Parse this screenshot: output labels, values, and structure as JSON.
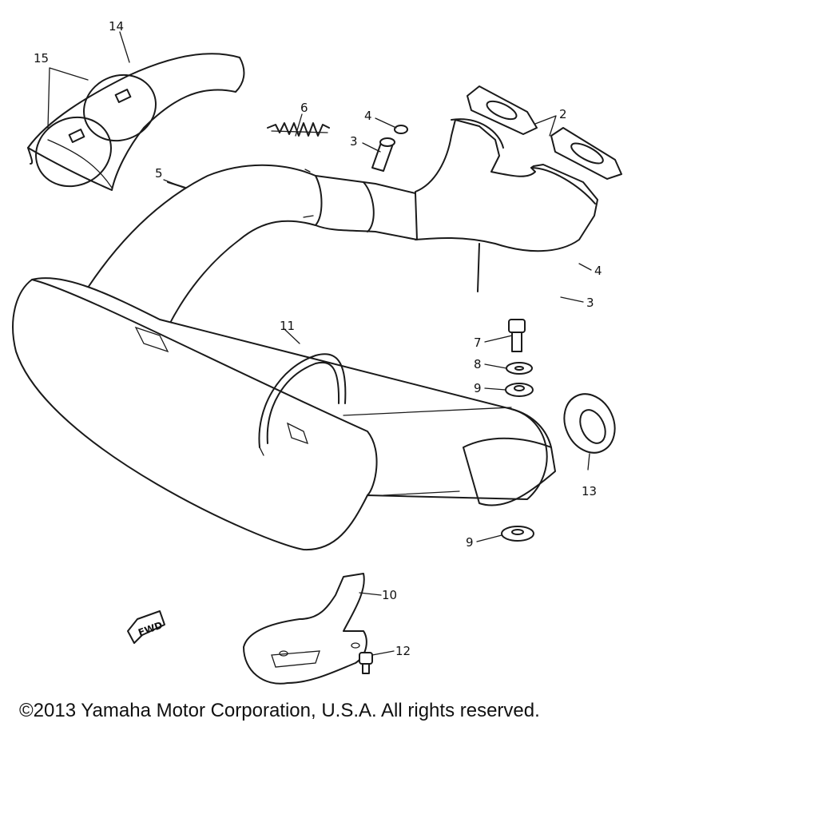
{
  "diagram": {
    "callouts": [
      "14",
      "15",
      "6",
      "4",
      "3",
      "2",
      "5",
      "4",
      "3",
      "11",
      "7",
      "8",
      "9",
      "13",
      "9",
      "10",
      "12"
    ],
    "fwd_label": "FWD"
  },
  "footer": {
    "copyright": "©2013 Yamaha Motor Corporation, U.S.A. All rights reserved."
  }
}
